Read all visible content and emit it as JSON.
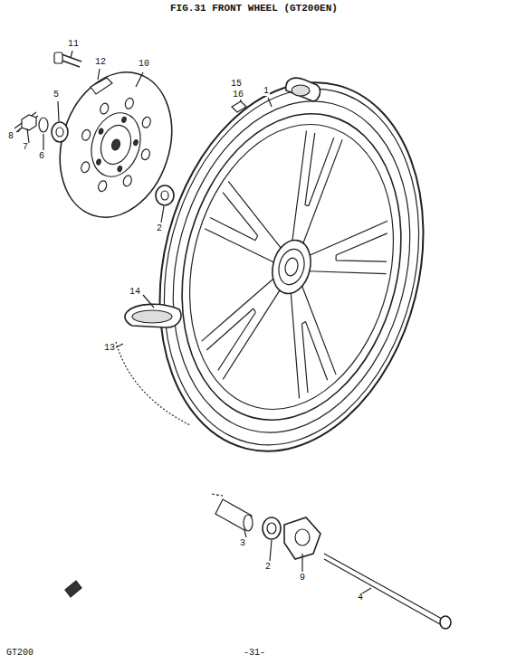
{
  "diagram": {
    "title": "FIG.31 FRONT WHEEL (GT200EN)",
    "labels": [
      "11",
      "12",
      "10",
      "8",
      "5",
      "7",
      "6",
      "15",
      "16",
      "1",
      "2",
      "14",
      "13",
      "3",
      "2",
      "9",
      "4",
      "GT200",
      "-31-"
    ]
  }
}
